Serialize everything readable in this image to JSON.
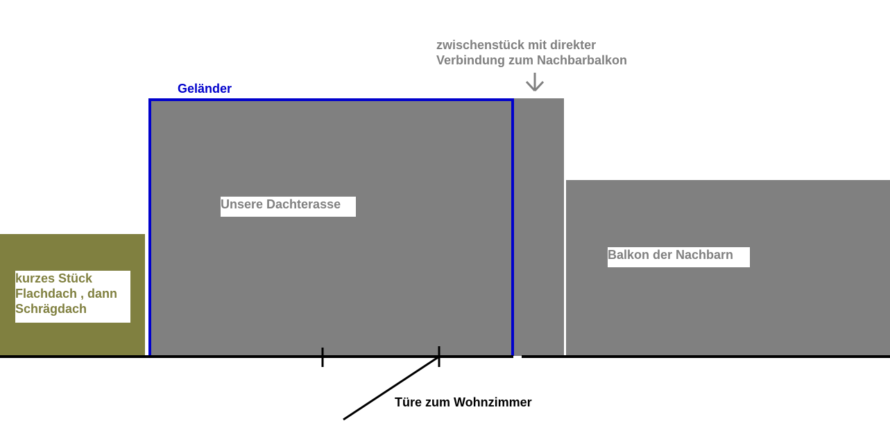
{
  "labels": {
    "flachdach": [
      "kurzes Stück",
      "Flachdach , dann",
      "Schrägdach"
    ],
    "dachterasse": "Unsere Dachterasse",
    "nachbarn": "Balkon der Nachbarn",
    "gelaender": "Geländer",
    "zwischenstueck": [
      "zwischenstück mit direkter",
      "Verbindung zum Nachbarbalkon"
    ],
    "tuere": "Türe zum Wohnzimmer"
  },
  "colors": {
    "olive": "#808040",
    "grey": "#808080",
    "blue": "#0000cc",
    "black": "#000000",
    "grey_text": "#808080",
    "olive_text": "#808040"
  }
}
